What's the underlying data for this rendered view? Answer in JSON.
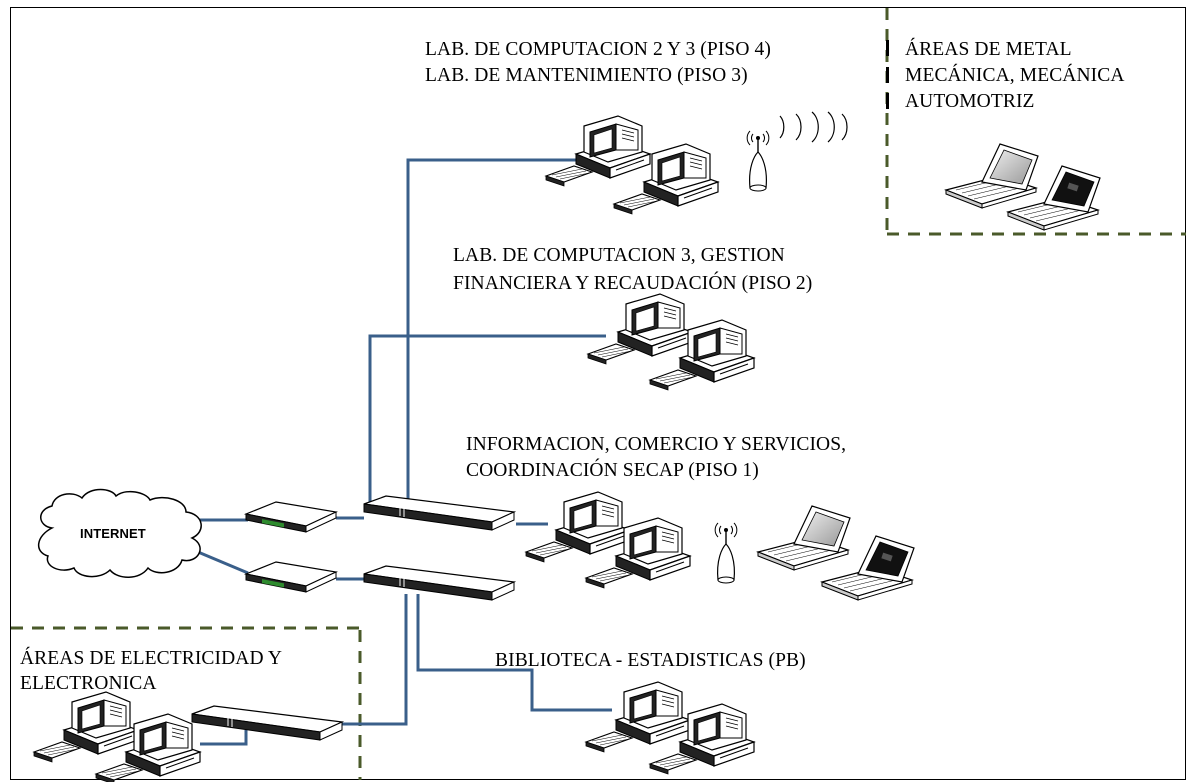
{
  "diagram": {
    "labels": {
      "piso4_line1": "LAB. DE COMPUTACION 2 Y 3 (PISO 4)",
      "piso4_line2": "LAB. DE MANTENIMIENTO (PISO 3)",
      "metal_line1": "ÁREAS DE METAL",
      "metal_line2": "MECÁNICA, MECÁNICA",
      "metal_line3": "AUTOMOTRIZ",
      "piso2_line1": "LAB. DE COMPUTACION 3, GESTION",
      "piso2_line2": "FINANCIERA Y RECAUDACIÓN (PISO 2)",
      "piso1_line1": "INFORMACION, COMERCIO Y SERVICIOS,",
      "piso1_line2": "COORDINACIÓN SECAP (PISO 1)",
      "internet": "INTERNET",
      "elec_line1": "ÁREAS DE ELECTRICIDAD Y",
      "elec_line2": "ELECTRONICA",
      "pb": "BIBLIOTECA  - ESTADISTICAS  (PB)"
    },
    "colors": {
      "cable": "#3a5f8a",
      "zone_border": "#4a5a2a",
      "device_dark": "#1a1a1a",
      "device_light": "#ffffff",
      "modem_led": "#2e8b2e"
    }
  }
}
